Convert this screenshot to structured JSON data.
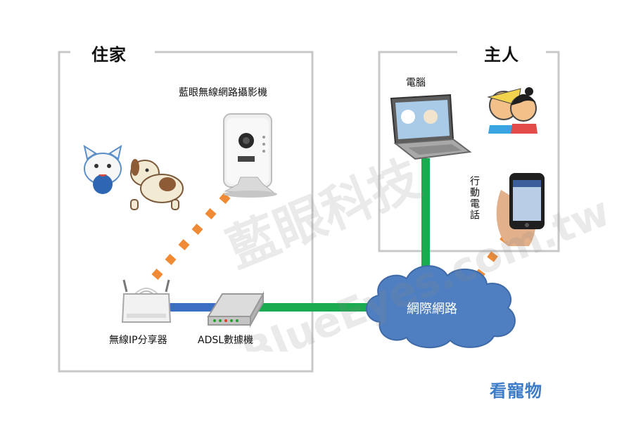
{
  "home": {
    "title": "住家"
  },
  "owner": {
    "title": "主人"
  },
  "camera": {
    "label": "藍眼無線網路攝影機",
    "icon": "network-camera-icon"
  },
  "router": {
    "label": "無線IP分享器",
    "icon": "wifi-router-icon"
  },
  "modem": {
    "label": "ADSL數據機",
    "icon": "adsl-modem-icon"
  },
  "computer": {
    "label": "電腦",
    "icon": "laptop-icon"
  },
  "phone": {
    "label": "行動電話",
    "icon": "smartphone-icon"
  },
  "internet": {
    "label": "網際網路",
    "icon": "cloud-icon"
  },
  "caption": "看寵物",
  "watermark": {
    "line1": "藍眼科技",
    "line2": "www.BlueEyes.com.tw"
  },
  "colors": {
    "frame": "#c8c8c8",
    "wired_link": "#1aaa50",
    "lan_link": "#3b6fc4",
    "wireless_link": "#f08a35",
    "cloud": "#4f7fc0",
    "caption": "#3d7cc9"
  }
}
